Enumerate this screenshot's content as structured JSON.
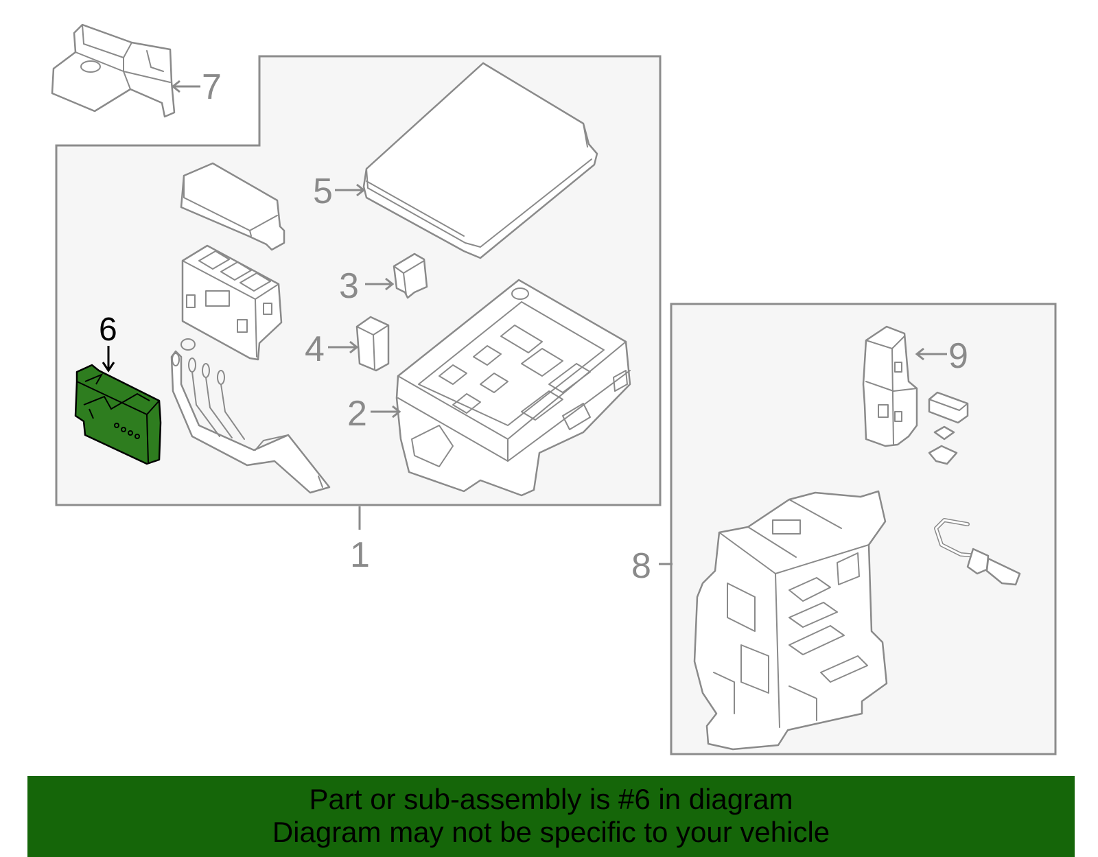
{
  "callouts": {
    "c1": "1",
    "c2": "2",
    "c3": "3",
    "c4": "4",
    "c5": "5",
    "c6": "6",
    "c7": "7",
    "c8": "8",
    "c9": "9"
  },
  "banner": {
    "line1": "Part or sub-assembly is #6 in diagram",
    "line2": "Diagram may not be specific to your vehicle"
  },
  "colors": {
    "highlight": "#2e7d1f",
    "banner_bg": "#156609",
    "line_art": "#8a8a8a"
  }
}
